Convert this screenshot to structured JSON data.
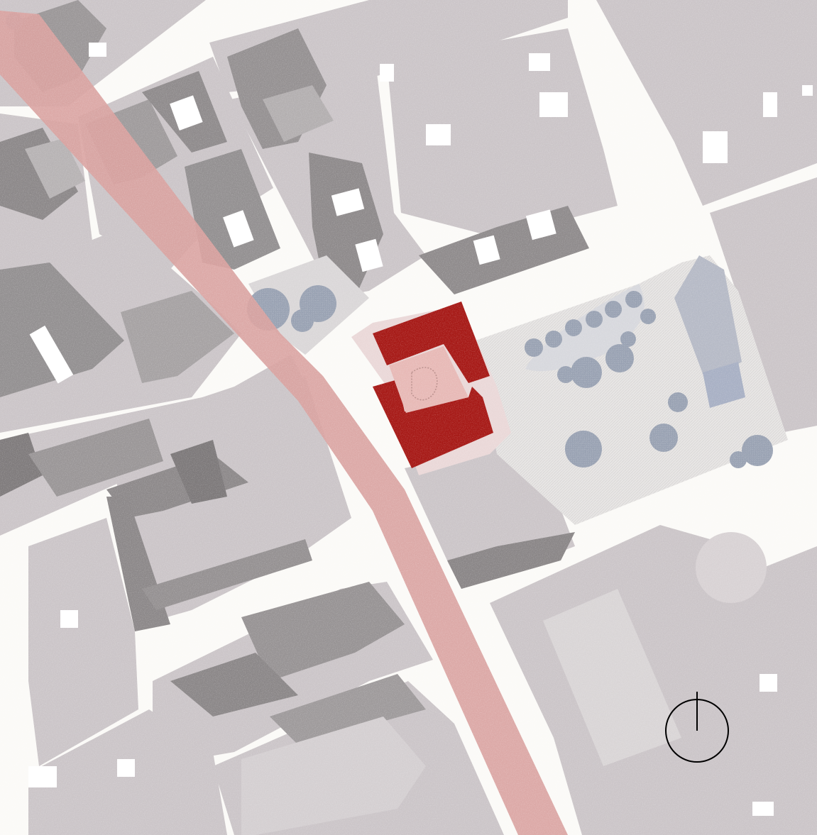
{
  "map": {
    "colors": {
      "street": "#fbfaf7",
      "block": "#cbc5c8",
      "building_dark": "#8c8889",
      "building_mid": "#a9a5a6",
      "building_light": "#d8d3d5",
      "courtyard": "#ffffff",
      "avenue": "#d9a2a0",
      "highlight": "#a61916",
      "highlight_court": "#e7b9b6",
      "plaza": "#e2e0df",
      "tree": "#98a0b0",
      "north_arrow": "#000000"
    },
    "features": {
      "avenue": "diagonal-avenue",
      "highlighted_building": "highlighted-building",
      "plaza": "public-plaza",
      "north_arrow_icon": "north-arrow-icon"
    }
  }
}
